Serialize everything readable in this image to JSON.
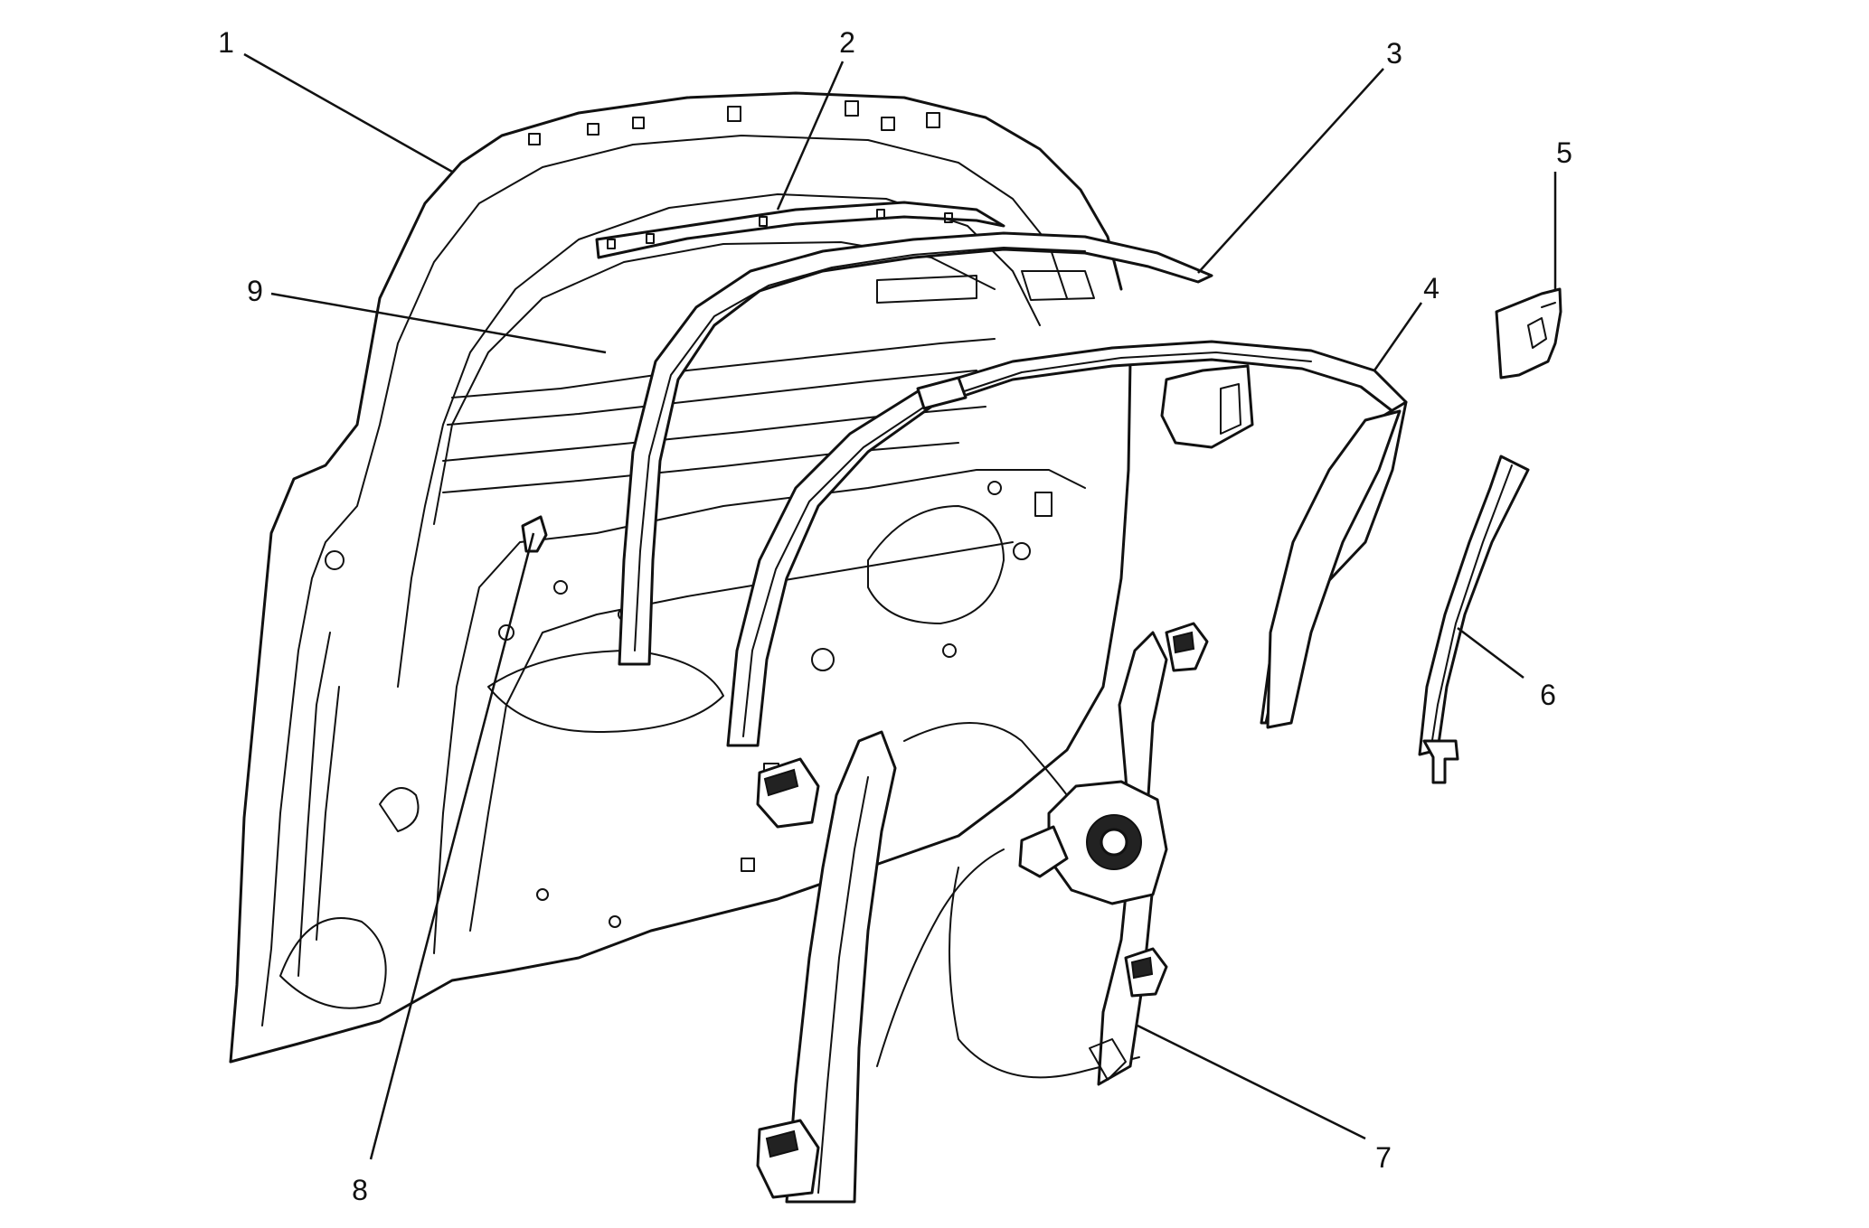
{
  "colors": {
    "line": "#111111",
    "background": "#ffffff"
  },
  "callouts": [
    {
      "id": "1",
      "label": "1"
    },
    {
      "id": "2",
      "label": "2"
    },
    {
      "id": "3",
      "label": "3"
    },
    {
      "id": "4",
      "label": "4"
    },
    {
      "id": "5",
      "label": "5"
    },
    {
      "id": "6",
      "label": "6"
    },
    {
      "id": "7",
      "label": "7"
    },
    {
      "id": "8",
      "label": "8"
    },
    {
      "id": "9",
      "label": "9"
    }
  ]
}
